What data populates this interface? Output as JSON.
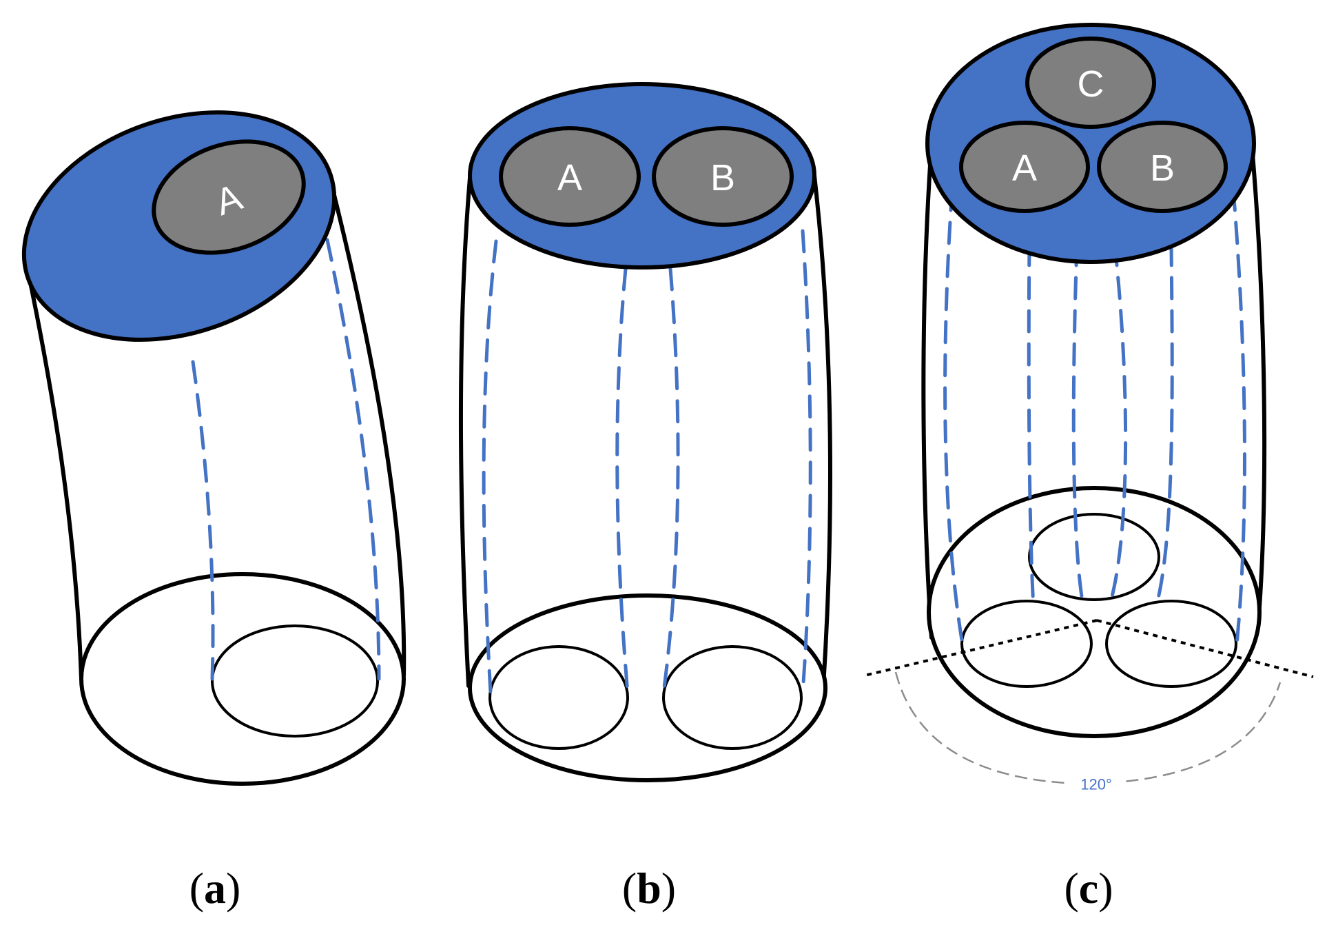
{
  "colors": {
    "cap_fill": "#4472C4",
    "channel_fill": "#7f7f7f",
    "channel_line": "#4472C4",
    "outline": "#000000"
  },
  "panels": [
    {
      "id": "a",
      "label_letter": "a",
      "channels": [
        "A"
      ]
    },
    {
      "id": "b",
      "label_letter": "b",
      "channels": [
        "A",
        "B"
      ]
    },
    {
      "id": "c",
      "label_letter": "c",
      "channels": [
        "A",
        "B",
        "C"
      ],
      "angle_label": "120°"
    }
  ]
}
